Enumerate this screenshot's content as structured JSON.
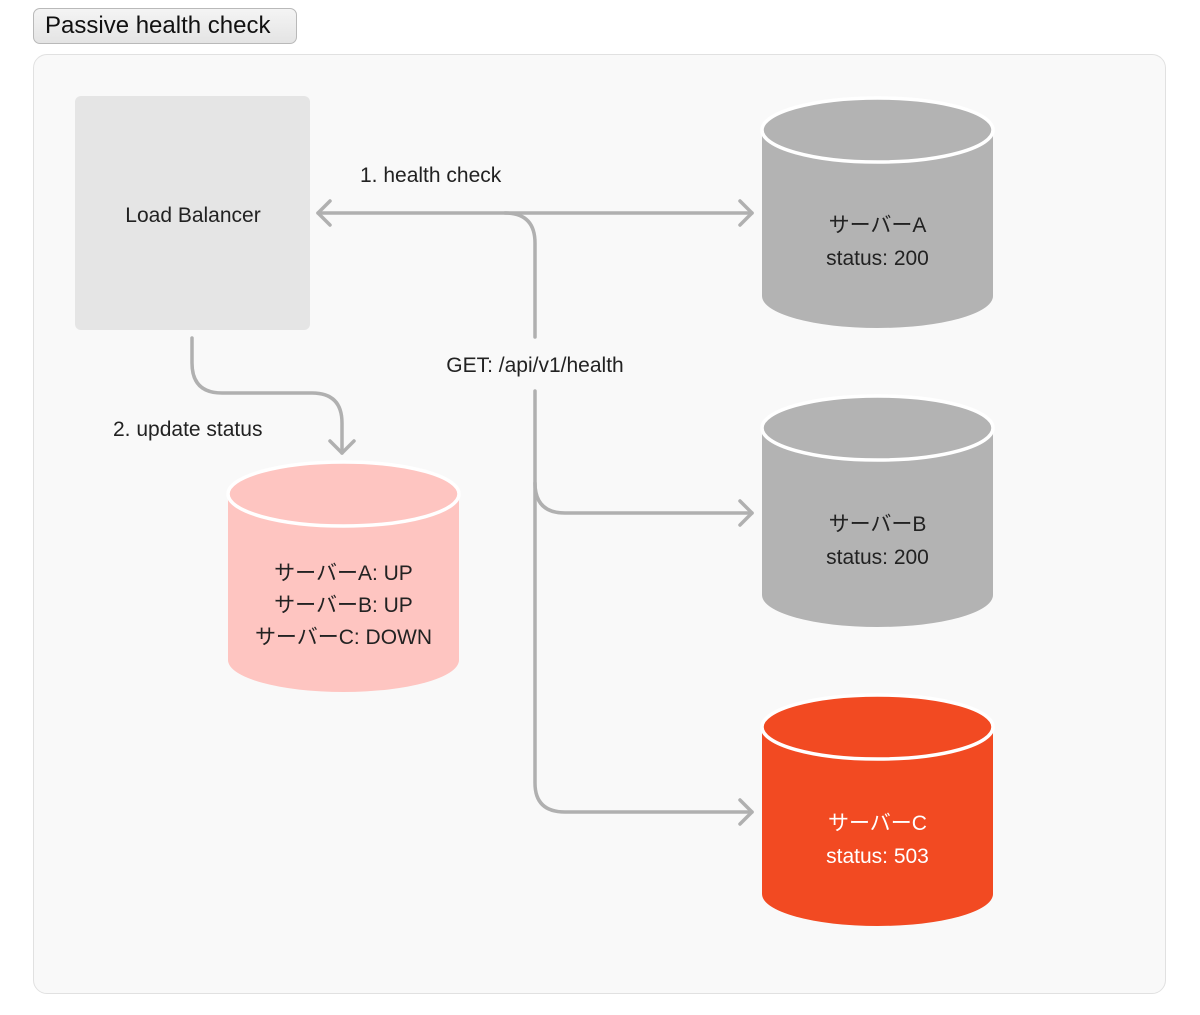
{
  "title": "Passive health check",
  "load_balancer": {
    "label": "Load Balancer"
  },
  "edges": {
    "health_check": "1. health check",
    "request": "GET: /api/v1/health",
    "update_status": "2. update status"
  },
  "status_db": {
    "lines": [
      "サーバーA: UP",
      "サーバーB: UP",
      "サーバーC: DOWN"
    ]
  },
  "servers": [
    {
      "name": "サーバーA",
      "status": "status: 200"
    },
    {
      "name": "サーバーB",
      "status": "status: 200"
    },
    {
      "name": "サーバーC",
      "status": "status: 503"
    }
  ],
  "colors": {
    "frame_bg": "#f9f9f9",
    "load_balancer": "#e5e5e5",
    "server_ok": "#b3b3b3",
    "server_down": "#f24a22",
    "status_db": "#fec5c1",
    "connector": "#b0b0b0"
  }
}
